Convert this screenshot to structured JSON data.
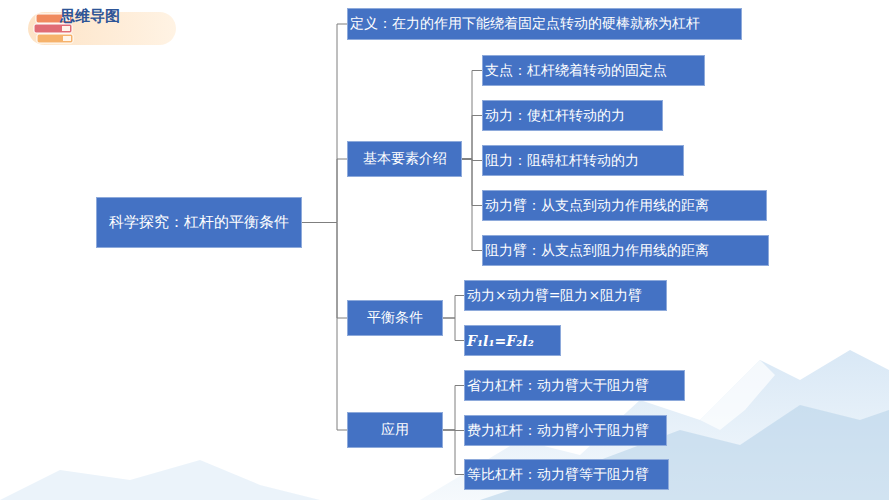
{
  "diagram": {
    "title": "思维导图",
    "nodes": [
      {
        "text": [
          "科学探究：杠杆的平衡条件"
        ]
      },
      {
        "text": [
          "定义：在力的作用下能绕着固定点转动的硬棒就称为杠杆"
        ]
      },
      {
        "text": [
          "基本要素介绍"
        ]
      },
      {
        "text": [
          "支点：杠杆绕着转动的固定点"
        ]
      },
      {
        "text": [
          "动力：使杠杆转动的力"
        ]
      },
      {
        "text": [
          "阻力：阻碍杠杆转动的力"
        ]
      },
      {
        "text": [
          "动力臂：从支点到动力作用线的距离"
        ]
      },
      {
        "text": [
          "阻力臂：从支点到阻力作用线的距离"
        ]
      },
      {
        "text": [
          "平衡条件"
        ]
      },
      {
        "text": [
          "动力×动力臂=阻力×阻力臂"
        ]
      },
      {
        "text": [
          "F₁l₁=F₂l₂"
        ]
      },
      {
        "text": [
          "应用"
        ]
      },
      {
        "text": [
          "省力杠杆：动力臂大于阻力臂"
        ]
      },
      {
        "text": [
          "费力杠杆：动力臂小于阻力臂"
        ]
      },
      {
        "text": [
          "等比杠杆：动力臂等于阻力臂"
        ]
      }
    ],
    "edges": [
      {
        "from": 0,
        "to": 1,
        "arrow": "none"
      },
      {
        "from": 0,
        "to": 2,
        "arrow": "none"
      },
      {
        "from": 0,
        "to": 8,
        "arrow": "none"
      },
      {
        "from": 0,
        "to": 11,
        "arrow": "none"
      },
      {
        "from": 2,
        "to": 3,
        "arrow": "none"
      },
      {
        "from": 2,
        "to": 4,
        "arrow": "none"
      },
      {
        "from": 2,
        "to": 5,
        "arrow": "none"
      },
      {
        "from": 2,
        "to": 6,
        "arrow": "none"
      },
      {
        "from": 2,
        "to": 7,
        "arrow": "none"
      },
      {
        "from": 8,
        "to": 9,
        "arrow": "none"
      },
      {
        "from": 8,
        "to": 10,
        "arrow": "none"
      },
      {
        "from": 11,
        "to": 12,
        "arrow": "none"
      },
      {
        "from": 11,
        "to": 13,
        "arrow": "none"
      },
      {
        "from": 11,
        "to": 14,
        "arrow": "none"
      }
    ]
  }
}
